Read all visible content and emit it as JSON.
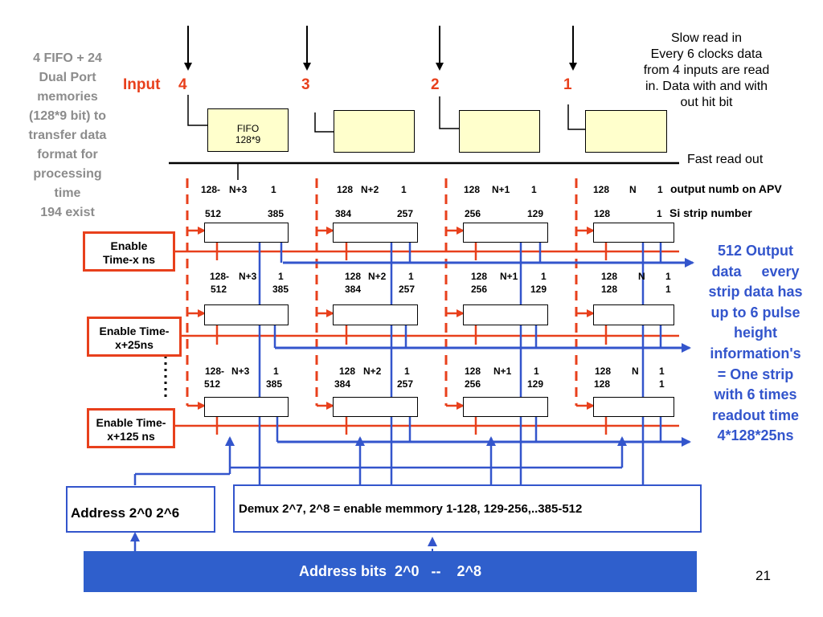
{
  "left_note": [
    "4 FIFO + 24",
    "Dual Port",
    "memories",
    "(128*9 bit) to",
    "transfer data",
    "format for",
    "processing",
    "time",
    "194 exist"
  ],
  "input_label": "Input",
  "input_numbers": [
    "4",
    "3",
    "2",
    "1"
  ],
  "fifo": {
    "line1": "FIFO",
    "line2": "128*9"
  },
  "slow_read": [
    "Slow read in",
    "Every 6 clocks data",
    "from 4 inputs are read",
    "in. Data with and with",
    "out hit bit"
  ],
  "fast_read": "Fast read out",
  "output_numb_label": "output numb on APV",
  "si_strip_label": "Si strip number",
  "row1": {
    "apv": [
      [
        "128-",
        "N+3",
        "1"
      ],
      [
        "128",
        "N+2",
        "1"
      ],
      [
        "128",
        "N+1",
        "1"
      ],
      [
        "128",
        "N",
        "1"
      ]
    ],
    "strip": [
      [
        "512",
        "385"
      ],
      [
        "384",
        "257"
      ],
      [
        "256",
        "129"
      ],
      [
        "128",
        "1"
      ]
    ]
  },
  "row2": {
    "apv": [
      [
        "128-",
        "N+3",
        "1"
      ],
      [
        "128",
        "N+2",
        "1"
      ],
      [
        "128",
        "N+1",
        "1"
      ],
      [
        "128",
        "N",
        "1"
      ]
    ],
    "strip": [
      [
        "512",
        "385"
      ],
      [
        "384",
        "257"
      ],
      [
        "256",
        "129"
      ],
      [
        "128",
        "1"
      ]
    ]
  },
  "row3": {
    "apv": [
      [
        "128-",
        "N+3",
        "1"
      ],
      [
        "128",
        "N+2",
        "1"
      ],
      [
        "128",
        "N+1",
        "1"
      ],
      [
        "128",
        "N",
        "1"
      ]
    ],
    "strip": [
      [
        "512",
        "385"
      ],
      [
        "384",
        "257"
      ],
      [
        "256",
        "129"
      ],
      [
        "128",
        "1"
      ]
    ]
  },
  "enable": [
    [
      "Enable",
      "Time-x ns"
    ],
    [
      "Enable   Time-",
      "x+25ns"
    ],
    [
      "Enable Time-",
      "x+125 ns"
    ]
  ],
  "right_note": [
    "512 Output",
    "data     every",
    "strip data has",
    "up to 6 pulse",
    "height",
    "information's",
    "= One strip",
    "with 6 times",
    "readout time",
    "4*128*25ns"
  ],
  "address_box": "Address 2^0 2^6",
  "demux_box": "Demux 2^7, 2^8 = enable memmory 1-128, 129-256,..385-512",
  "address_bits": "Address bits  2^0   --    2^8",
  "page_number": "21",
  "colors": {
    "red": "#e8401c",
    "blue": "#3355cc",
    "fifo_fill": "#ffffcc",
    "bar_blue": "#2f5fcc",
    "gray_text": "#8c8c8c"
  }
}
